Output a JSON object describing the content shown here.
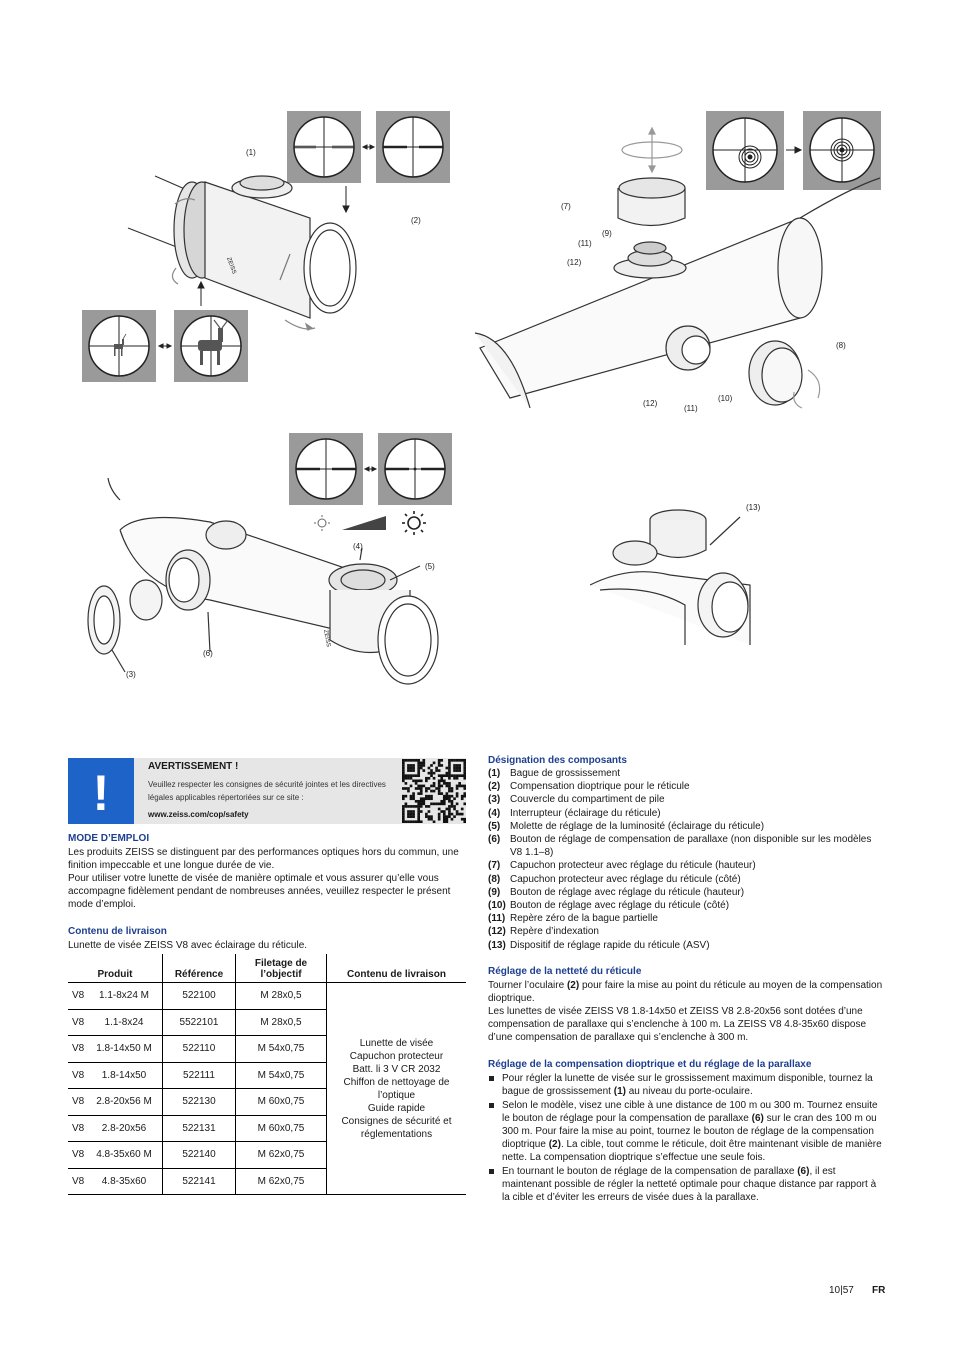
{
  "figures": {
    "callouts": {
      "c1": "(1)",
      "c2": "(2)",
      "c3": "(3)",
      "c4": "(4)",
      "c5": "(5)",
      "c6": "(6)",
      "c7": "(7)",
      "c8": "(8)",
      "c9": "(9)",
      "c10": "(10)",
      "c11a": "(11)",
      "c11b": "(11)",
      "c12a": "(12)",
      "c12b": "(12)",
      "c13": "(13)"
    },
    "scope_marking": "ZEISS",
    "colors": {
      "reticle_bg": "#9a9a9a",
      "accent_blue": "#1e64c8",
      "heading_blue": "#1e3f8f"
    },
    "icons": [
      "sun-dim-icon",
      "brightness-ramp-icon",
      "sun-bright-icon",
      "deer-icon",
      "target-icon"
    ]
  },
  "warning": {
    "title": "AVERTISSEMENT !",
    "text": "Veuillez respecter les consignes de sécurité jointes et les directives légales applicables répertoriées sur ce site :",
    "url": "www.zeiss.com/cop/safety",
    "icon": "exclamation-icon"
  },
  "mode_emploi": {
    "title": "MODE D’EMPLOI",
    "body": "Les produits ZEISS se distinguent par des performances optiques hors du commun, une finition impeccable et une longue durée de vie.\nPour utiliser votre lunette de visée de manière optimale et vous assurer qu’elle vous accompagne fidèlement pendant de nombreuses années, veuillez respecter le présent mode d’emploi."
  },
  "contenu": {
    "title": "Contenu de livraison",
    "intro": "Lunette de visée ZEISS V8 avec éclairage du réticule.",
    "headers": [
      "Produit",
      "Référence",
      "Filetage de\nl’objectif",
      "Contenu de livraison"
    ],
    "rows": [
      {
        "prefix": "V8",
        "size": "1.1-8x24 M",
        "ref": "522100",
        "thread": "M 28x0,5"
      },
      {
        "prefix": "V8",
        "size": "1.1-8x24",
        "ref": "5522101",
        "thread": "M 28x0,5"
      },
      {
        "prefix": "V8",
        "size": "1.8-14x50 M",
        "ref": "522110",
        "thread": "M 54x0,75"
      },
      {
        "prefix": "V8",
        "size": "1.8-14x50",
        "ref": "522111",
        "thread": "M 54x0,75"
      },
      {
        "prefix": "V8",
        "size": "2.8-20x56 M",
        "ref": "522130",
        "thread": "M 60x0,75"
      },
      {
        "prefix": "V8",
        "size": "2.8-20x56",
        "ref": "522131",
        "thread": "M 60x0,75"
      },
      {
        "prefix": "V8",
        "size": "4.8-35x60 M",
        "ref": "522140",
        "thread": "M 62x0,75"
      },
      {
        "prefix": "V8",
        "size": "4.8-35x60",
        "ref": "522141",
        "thread": "M 62x0,75"
      }
    ],
    "delivery": "Lunette de visée\nCapuchon protecteur\nBatt. li 3 V CR 2032\nChiffon de nettoyage de l’optique\nGuide rapide\nConsignes de sécurité et réglementations"
  },
  "composants": {
    "title": "Désignation des composants",
    "items": [
      {
        "num": "(1)",
        "text": "Bague de grossissement"
      },
      {
        "num": "(2)",
        "text": "Compensation dioptrique pour le réticule"
      },
      {
        "num": "(3)",
        "text": "Couvercle du compartiment de pile"
      },
      {
        "num": "(4)",
        "text": "Interrupteur (éclairage du réticule)"
      },
      {
        "num": "(5)",
        "text": "Molette de réglage de la luminosité (éclairage du réticule)"
      },
      {
        "num": "(6)",
        "text": "Bouton de réglage de compensation de parallaxe (non disponible sur les modèles V8 1.1–8)"
      },
      {
        "num": "(7)",
        "text": "Capuchon protecteur avec réglage du réticule (hauteur)"
      },
      {
        "num": "(8)",
        "text": "Capuchon protecteur avec réglage du réticule (côté)"
      },
      {
        "num": "(9)",
        "text": "Bouton de réglage avec réglage du réticule (hauteur)"
      },
      {
        "num": "(10)",
        "text": "Bouton de réglage avec réglage du réticule (côté)"
      },
      {
        "num": "(11)",
        "text": "Repère zéro de la bague partielle"
      },
      {
        "num": "(12)",
        "text": "Repère d’indexation"
      },
      {
        "num": "(13)",
        "text": "Dispositif de réglage rapide du réticule (ASV)"
      }
    ]
  },
  "nettete": {
    "title": "Réglage de la netteté du réticule",
    "p1a": "Tourner l’oculaire ",
    "p1b": "(2)",
    "p1c": " pour faire la mise au point du réticule au moyen de la compensation dioptrique.",
    "p2": "Les lunettes de visée ZEISS V8 1.8-14x50 et ZEISS V8 2.8-20x56 sont dotées d’une compensation de parallaxe qui s’enclenche à 100 m. La ZEISS V8 4.8-35x60 dispose d’une compensation de parallaxe qui s’enclenche à 300 m."
  },
  "parallaxe": {
    "title": "Réglage de la compensation dioptrique et du réglage de la parallaxe",
    "b1a": "Pour régler la lunette de visée sur le grossissement maximum disponible, tournez la bague de grossissement ",
    "b1b": "(1)",
    "b1c": " au niveau du porte-oculaire.",
    "b2a": "Selon le modèle, visez une cible à une distance de 100 m ou 300 m. Tournez ensuite le bouton de réglage pour la compensation de parallaxe ",
    "b2b": "(6)",
    "b2c": " sur le cran des 100 m ou 300 m. Pour faire la mise au point, tournez le bouton de réglage de la compensation dioptrique ",
    "b2d": "(2)",
    "b2e": ". La cible, tout comme le réticule, doit être maintenant visible de manière nette. La compensation dioptrique s’effectue une seule fois.",
    "b3a": "En tournant le bouton de réglage de la compensation de parallaxe ",
    "b3b": "(6)",
    "b3c": ", il est maintenant possible de régler la netteté optimale pour chaque distance par rapport à la cible et d’éviter les erreurs de visée dues à la parallaxe."
  },
  "footer": {
    "page": "10|57",
    "lang": "FR"
  }
}
